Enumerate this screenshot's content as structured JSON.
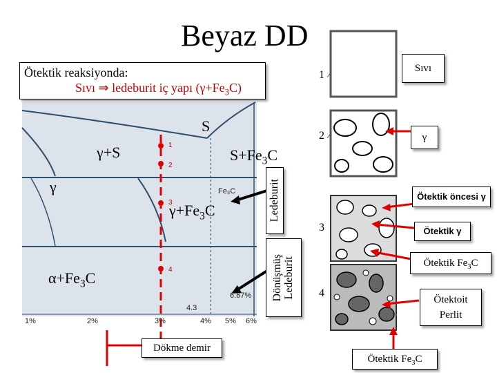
{
  "title": "Beyaz DD",
  "reaction": {
    "line1": "Ötektik reaksiyonda:",
    "line2_before": "Sıvı ⇒ ledeburit iç yapı (γ+Fe",
    "line2_sub": "3",
    "line2_after": "C)"
  },
  "phases": {
    "s": "S",
    "gamma_s": "γ+S",
    "s_fe": "S+Fe",
    "gamma": "γ",
    "gamma_fe": "γ+Fe",
    "alpha_fe": "α+Fe",
    "sub3": "3",
    "c": "C"
  },
  "ticks": [
    "1%",
    "2%",
    "3%",
    "4%",
    "5%",
    "6%",
    "6.67%",
    "4.3",
    "Fe₃C"
  ],
  "points": [
    "1",
    "2",
    "3",
    "4"
  ],
  "boxes": {
    "dokme": "Dökme demir",
    "ledeburit": "Ledeburit",
    "donusmus_1": "Dönüşmüş",
    "donusmus_2": "Ledeburit"
  },
  "micro_labels": {
    "sivi": "Sıvı",
    "gamma": "γ",
    "n1": "1",
    "n2": "2",
    "n3": "3",
    "n4": "4",
    "oncesi": "Ötektik öncesi γ",
    "ot_gamma": "Ötektik γ",
    "ot_fe_pre": "Ötektik Fe",
    "ot_fe_sub": "3",
    "ot_fe_post": "C",
    "perlit_1": "Ötektoit",
    "perlit_2": "Perlit",
    "bottom_pre": "Ötektik Fe",
    "bottom_sub": "3",
    "bottom_post": "C"
  },
  "colors": {
    "accent": "#e00000",
    "panel": "#dde3ea",
    "line": "#2f4f6f"
  }
}
